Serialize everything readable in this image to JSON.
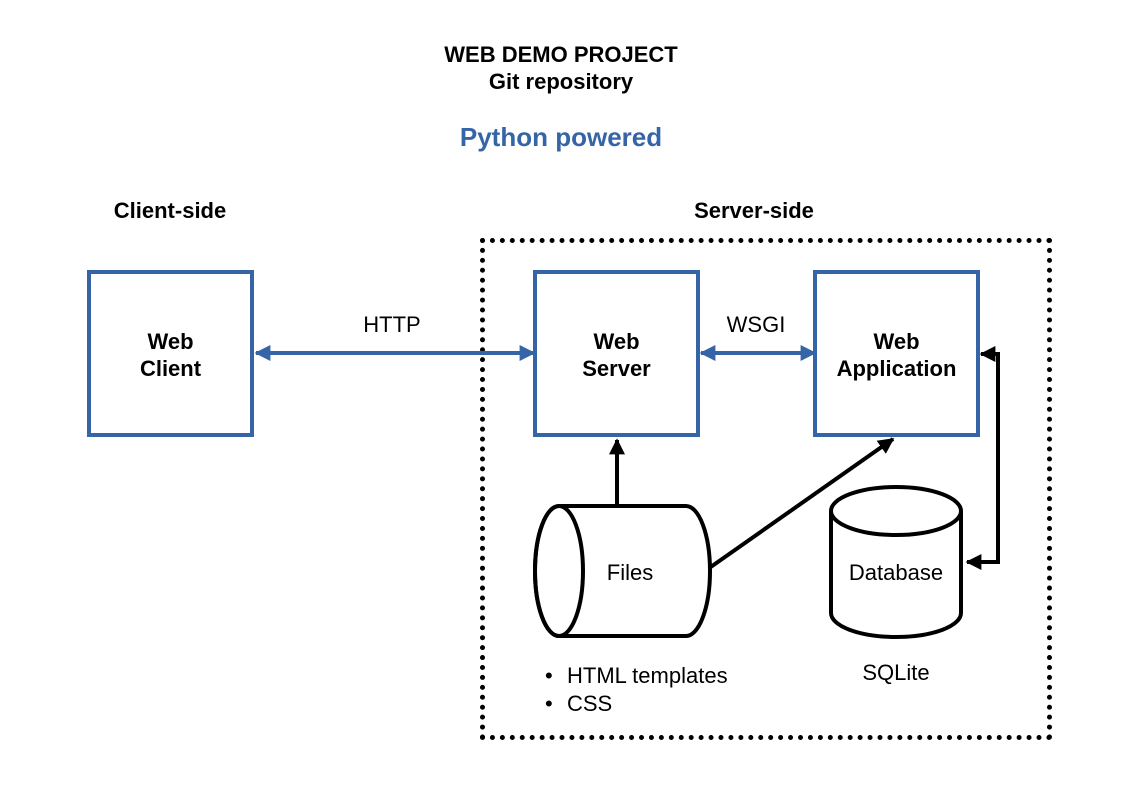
{
  "header": {
    "title": "WEB DEMO PROJECT",
    "subtitle": "Git repository",
    "tagline": "Python powered"
  },
  "colors": {
    "accent": "#3565a6",
    "line": "#000000"
  },
  "sections": {
    "client": "Client-side",
    "server": "Server-side"
  },
  "nodes": {
    "web_client": {
      "line1": "Web",
      "line2": "Client"
    },
    "web_server": {
      "line1": "Web",
      "line2": "Server"
    },
    "web_application": {
      "line1": "Web",
      "line2": "Application"
    },
    "files": {
      "label": "Files"
    },
    "database": {
      "label": "Database",
      "caption": "SQLite"
    }
  },
  "edges": {
    "client_server": "HTTP",
    "server_application": "WSGI"
  },
  "files_contents": [
    "HTML templates",
    "CSS"
  ]
}
